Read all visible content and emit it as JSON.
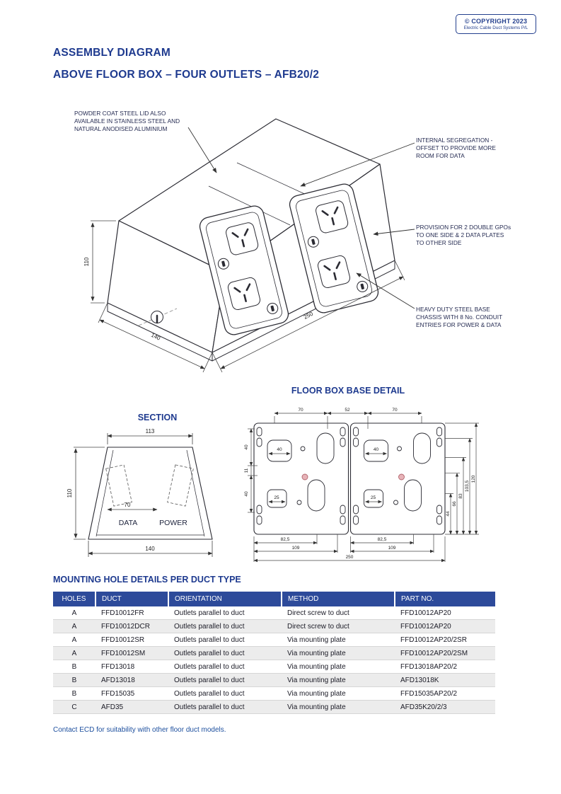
{
  "colors": {
    "accent_navy": "#1e3a8f",
    "table_header_bg": "#2d4a9a",
    "table_row_alt": "#ececec",
    "knockout_pink": "#e7b3b8"
  },
  "copyright": {
    "line1": "© COPYRIGHT 2023",
    "line2": "Electric Cable Duct Systems P/L"
  },
  "header": {
    "title": "ASSEMBLY DIAGRAM",
    "subtitle": "ABOVE FLOOR BOX – FOUR OUTLETS – AFB20/2"
  },
  "iso": {
    "callout_lid": "POWDER COAT STEEL LID ALSO AVAILABLE IN STAINLESS STEEL AND NATURAL ANODISED ALUMINIUM",
    "callout_segregation": "INTERNAL SEGREGATION - OFFSET TO PROVIDE MORE ROOM FOR DATA",
    "callout_provision": "PROVISION FOR 2 DOUBLE GPOs TO ONE SIDE & 2 DATA PLATES TO OTHER SIDE",
    "callout_chassis": "HEAVY DUTY STEEL BASE CHASSIS WITH 8 No. CONDUIT ENTRIES FOR POWER & DATA",
    "height": "110",
    "length": "250",
    "width": "140"
  },
  "section": {
    "title": "SECTION",
    "top_width": "113",
    "height": "110",
    "inner_width": "70",
    "bottom_width": "140",
    "label_data": "DATA",
    "label_power": "POWER"
  },
  "base": {
    "title": "FLOOR BOX BASE DETAIL",
    "top": [
      "70",
      "52",
      "70"
    ],
    "left": [
      "40",
      "11",
      "40"
    ],
    "square_large": "40",
    "square_small": "25",
    "right": [
      "44",
      "66",
      "83",
      "103,5",
      "120"
    ],
    "bottom_a": "82,5",
    "bottom_b": "109",
    "bottom_total": "250"
  },
  "table_section": {
    "title": "MOUNTING HOLE DETAILS PER DUCT TYPE",
    "headers": [
      "HOLES",
      "DUCT",
      "ORIENTATION",
      "METHOD",
      "PART NO."
    ],
    "rows": [
      [
        "A",
        "FFD10012FR",
        "Outlets parallel to duct",
        "Direct screw to duct",
        "FFD10012AP20"
      ],
      [
        "A",
        "FFD10012DCR",
        "Outlets parallel to duct",
        "Direct screw to duct",
        "FFD10012AP20"
      ],
      [
        "A",
        "FFD10012SR",
        "Outlets parallel to duct",
        "Via mounting plate",
        "FFD10012AP20/2SR"
      ],
      [
        "A",
        "FFD10012SM",
        "Outlets parallel to duct",
        "Via mounting plate",
        "FFD10012AP20/2SM"
      ],
      [
        "B",
        "FFD13018",
        "Outlets parallel to duct",
        "Via mounting plate",
        "FFD13018AP20/2"
      ],
      [
        "B",
        "AFD13018",
        "Outlets parallel to duct",
        "Via mounting plate",
        "AFD13018K"
      ],
      [
        "B",
        "FFD15035",
        "Outlets parallel to duct",
        "Via mounting plate",
        "FFD15035AP20/2"
      ],
      [
        "C",
        "AFD35",
        "Outlets parallel to duct",
        "Via mounting plate",
        "AFD35K20/2/3"
      ]
    ],
    "footnote": "Contact ECD for suitability with other floor duct models."
  }
}
